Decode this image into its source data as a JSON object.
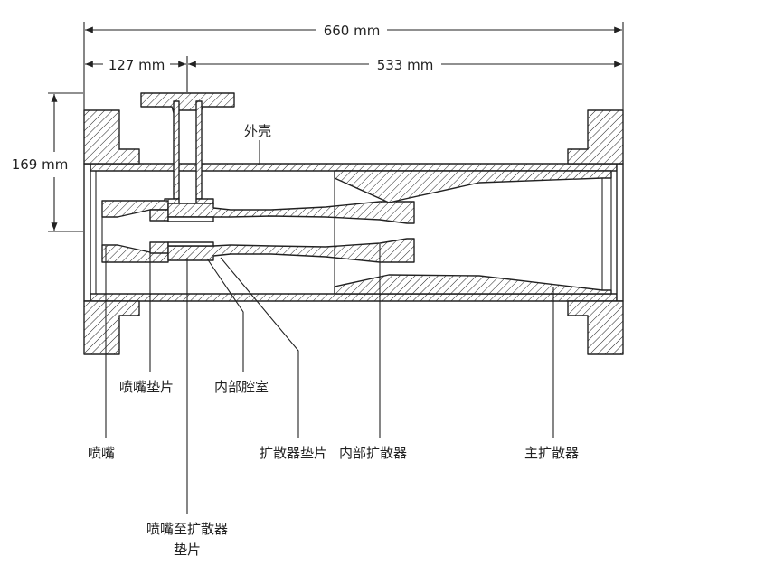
{
  "dimensions": {
    "overall": "660 mm",
    "inlet": "127 mm",
    "outlet": "533 mm",
    "height": "169 mm"
  },
  "labels": {
    "shell": "外壳",
    "nozzle_gasket": "喷嘴垫片",
    "inner_chamber": "内部腔室",
    "nozzle": "喷嘴",
    "diffuser_gasket": "扩散器垫片",
    "inner_diffuser": "内部扩散器",
    "main_diffuser": "主扩散器",
    "nozzle_to_diffuser_gasket_line1": "喷嘴至扩散器",
    "nozzle_to_diffuser_gasket_line2": "垫片"
  },
  "colors": {
    "line": "#222222",
    "hatch": "#222222",
    "background": "#ffffff"
  }
}
